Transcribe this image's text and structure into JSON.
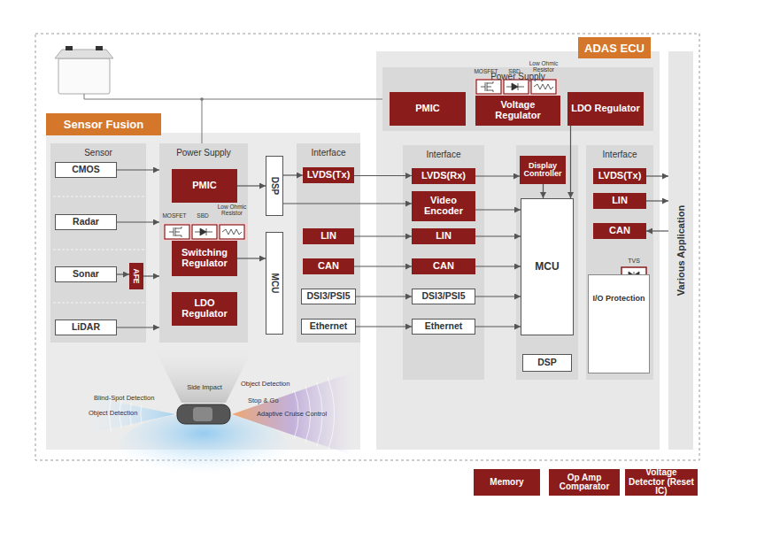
{
  "diagram": {
    "nodes": [
      {
        "text": [
          "Sensor Fusion"
        ]
      },
      {
        "text": [
          "Sensor"
        ],
        "in": 0
      },
      {
        "text": [
          "CMOS"
        ],
        "in": 1
      },
      {
        "text": [
          "Radar"
        ],
        "in": 1
      },
      {
        "text": [
          "Sonar"
        ],
        "in": 1
      },
      {
        "text": [
          "LiDAR"
        ],
        "in": 1
      },
      {
        "text": [
          "AFE"
        ],
        "in": 0
      },
      {
        "text": [
          "Power Supply"
        ],
        "in": 0
      },
      {
        "text": [
          "PMIC"
        ],
        "in": 7
      },
      {
        "text": [
          "Switching Regulator"
        ],
        "in": 7
      },
      {
        "text": [
          "LDO Regulator"
        ],
        "in": 7
      },
      {
        "text": [
          "DSP"
        ],
        "in": 0
      },
      {
        "text": [
          "MCU"
        ],
        "in": 0
      },
      {
        "text": [
          "Interface"
        ],
        "in": 0
      },
      {
        "text": [
          "LVDS(Tx)"
        ],
        "in": 13
      },
      {
        "text": [
          "LIN"
        ],
        "in": 13
      },
      {
        "text": [
          "CAN"
        ],
        "in": 13
      },
      {
        "text": [
          "DSI3/PSI5"
        ],
        "in": 13
      },
      {
        "text": [
          "Ethernet"
        ],
        "in": 13
      },
      {
        "text": [
          "ADAS ECU"
        ]
      },
      {
        "text": [
          "Power Supply"
        ],
        "in": 19
      },
      {
        "text": [
          "PMIC"
        ],
        "in": 20
      },
      {
        "text": [
          "Voltage Regulator"
        ],
        "in": 20
      },
      {
        "text": [
          "LDO Regulator"
        ],
        "in": 20
      },
      {
        "text": [
          "Interface"
        ],
        "in": 19
      },
      {
        "text": [
          "LVDS(Rx)"
        ],
        "in": 24
      },
      {
        "text": [
          "Video Encoder"
        ],
        "in": 24
      },
      {
        "text": [
          "LIN"
        ],
        "in": 24
      },
      {
        "text": [
          "CAN"
        ],
        "in": 24
      },
      {
        "text": [
          "DSI3/PSI5"
        ],
        "in": 24
      },
      {
        "text": [
          "Ethernet"
        ],
        "in": 24
      },
      {
        "text": [
          "Display Controller"
        ],
        "in": 19
      },
      {
        "text": [
          "MCU"
        ],
        "in": 19
      },
      {
        "text": [
          "DSP"
        ],
        "in": 19
      },
      {
        "text": [
          "Interface"
        ],
        "in": 19
      },
      {
        "text": [
          "LVDS(Tx)"
        ],
        "in": 34
      },
      {
        "text": [
          "LIN"
        ],
        "in": 34
      },
      {
        "text": [
          "CAN"
        ],
        "in": 34
      },
      {
        "text": [
          "I/O Protection"
        ],
        "in": 34
      },
      {
        "text": [
          "Various Application"
        ]
      },
      {
        "text": [
          "Memory"
        ]
      },
      {
        "text": [
          "Op Amp Comparator"
        ]
      },
      {
        "text": [
          "Voltage Detector (Reset IC)"
        ]
      }
    ],
    "edges": [
      {
        "from": 2,
        "to": 7,
        "arrow": "to"
      },
      {
        "from": 3,
        "to": 7,
        "arrow": "to"
      },
      {
        "from": 4,
        "to": 6,
        "arrow": "to"
      },
      {
        "from": 6,
        "to": 7,
        "arrow": "to"
      },
      {
        "from": 5,
        "to": 7,
        "arrow": "to"
      },
      {
        "from": 8,
        "to": 11,
        "arrow": "to"
      },
      {
        "from": 9,
        "to": 12,
        "arrow": "to"
      },
      {
        "from": 11,
        "to": 14,
        "arrow": "to"
      },
      {
        "from": 11,
        "to": 26,
        "arrow": "to"
      },
      {
        "from": 14,
        "to": 25,
        "arrow": "to"
      },
      {
        "from": 15,
        "to": 27,
        "arrow": "to"
      },
      {
        "from": 16,
        "to": 28,
        "arrow": "to"
      },
      {
        "from": 17,
        "to": 29,
        "arrow": "to"
      },
      {
        "from": 18,
        "to": 30,
        "arrow": "to"
      },
      {
        "from": 25,
        "to": 31,
        "arrow": "to"
      },
      {
        "from": 31,
        "to": 32,
        "arrow": "to"
      },
      {
        "from": 26,
        "to": 32,
        "arrow": "to"
      },
      {
        "from": 27,
        "to": 32,
        "arrow": "to"
      },
      {
        "from": 28,
        "to": 32,
        "arrow": "to"
      },
      {
        "from": 29,
        "to": 32,
        "arrow": "to"
      },
      {
        "from": 30,
        "to": 32,
        "arrow": "to"
      },
      {
        "from": 23,
        "to": 32,
        "arrow": "to"
      },
      {
        "from": 35,
        "to": 39,
        "arrow": "to"
      },
      {
        "from": 36,
        "to": 39,
        "arrow": "to"
      },
      {
        "from": 39,
        "to": 37,
        "arrow": "to"
      }
    ],
    "labels": [
      "MOSFET",
      "SBD",
      "Low Ohmic Resistor",
      "MOSFET",
      "SBD",
      "Low Ohmic Resistor",
      "TVS",
      "Side Impact",
      "Object Detection",
      "Blind-Spot Detection",
      "Stop & Go",
      "Adaptive Cruise Control",
      "Object Detection"
    ]
  }
}
